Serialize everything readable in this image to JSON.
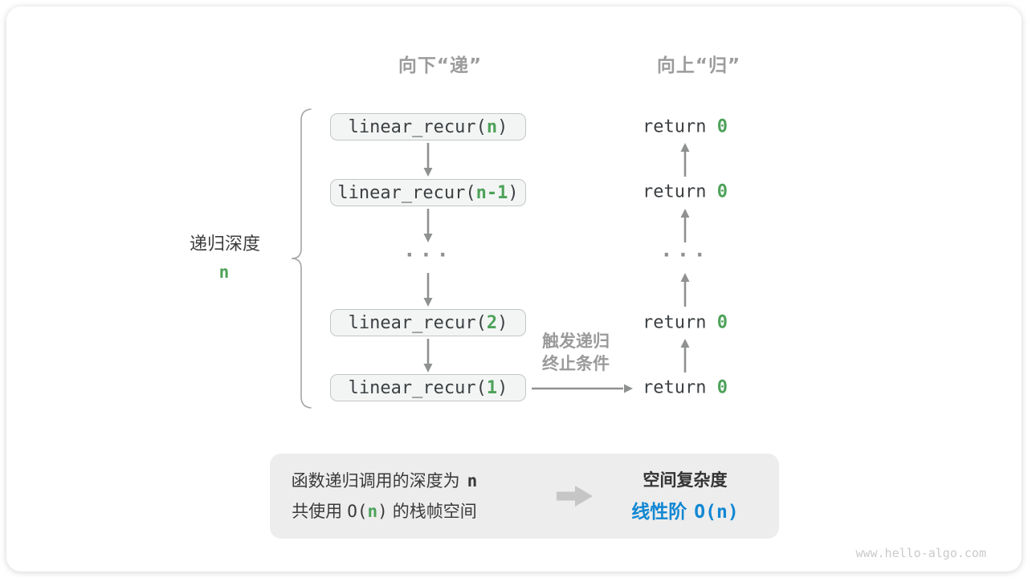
{
  "headers": {
    "left": "向下“递”",
    "right": "向上“归”"
  },
  "depth_label": {
    "text": "递归深度",
    "value": "n"
  },
  "call_stack": {
    "boxes": [
      {
        "prefix": "linear_recur(",
        "arg": "n",
        "suffix": ")"
      },
      {
        "prefix": "linear_recur(",
        "arg": "n-1",
        "suffix": ")"
      },
      {
        "prefix": "linear_recur(",
        "arg": "2",
        "suffix": ")"
      },
      {
        "prefix": "linear_recur(",
        "arg": "1",
        "suffix": ")"
      }
    ],
    "ellipsis": "···"
  },
  "returns": {
    "items": [
      {
        "prefix": "return ",
        "value": "0"
      },
      {
        "prefix": "return ",
        "value": "0"
      },
      {
        "prefix": "return ",
        "value": "0"
      },
      {
        "prefix": "return ",
        "value": "0"
      }
    ],
    "ellipsis": "···"
  },
  "trigger_label": {
    "line1": "触发递归",
    "line2": "终止条件"
  },
  "summary": {
    "left_line1": {
      "zh": "函数递归调用的深度为",
      "hl": "n"
    },
    "left_line2": {
      "zh1": "共使用",
      "code_pre": "O(",
      "hl": "n",
      "code_post": ")",
      "zh2": "的栈帧空间"
    },
    "right_title": "空间复杂度",
    "right_value_zh": "线性阶",
    "right_value_code": "O(n)"
  },
  "watermark": {
    "text": "www.hello-algo.com"
  },
  "colors": {
    "accent_green": "#4ea25a",
    "accent_blue": "#1287d3",
    "muted_gray": "#9c9c9c",
    "arrow_gray": "#8f9190",
    "box_fill": "#f3f5f4",
    "box_border": "#c2c7c4",
    "panel_fill": "#ededed"
  }
}
